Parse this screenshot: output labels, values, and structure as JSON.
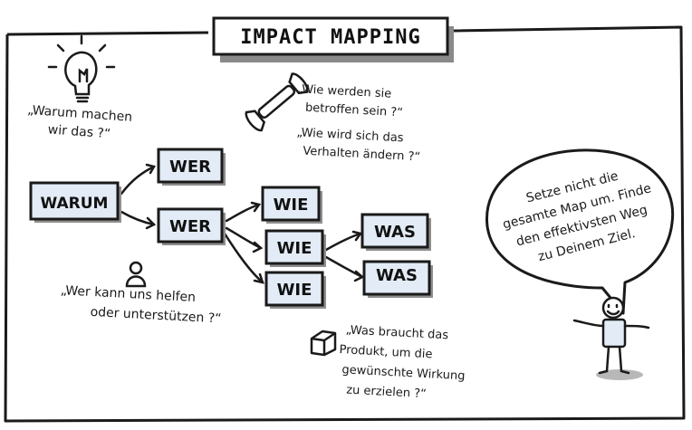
{
  "title": "IMPACT MAPPING",
  "nodes": {
    "warum": "WARUM",
    "wer_top": "WER",
    "wer_mid": "WER",
    "wie_1": "WIE",
    "wie_2": "WIE",
    "wie_3": "WIE",
    "was_1": "WAS",
    "was_2": "WAS"
  },
  "notes": {
    "warum_lines": [
      "„Warum machen",
      "wir das ?“"
    ],
    "wie_lines": [
      "„Wie werden sie",
      "betroffen sein ?“",
      "„Wie wird sich das",
      "Verhalten ändern ?“"
    ],
    "wer_lines": [
      "„Wer kann uns helfen",
      "oder unterstützen ?“"
    ],
    "was_lines": [
      "„Was braucht das",
      "Produkt, um die",
      "gewünschte Wirkung",
      "zu erzielen ?“"
    ]
  },
  "speech_lines": [
    "Setze nicht die",
    "gesamte Map um. Finde",
    "den effektivsten Weg",
    "zu Deinem Ziel."
  ],
  "icons": [
    "lightbulb-icon",
    "wrench-icon",
    "person-icon",
    "cube-icon",
    "stick-figure-icon"
  ],
  "colors": {
    "ink": "#1a1a1a",
    "box_fill": "#e3ecf6",
    "shadow": "#9a9a9a"
  }
}
